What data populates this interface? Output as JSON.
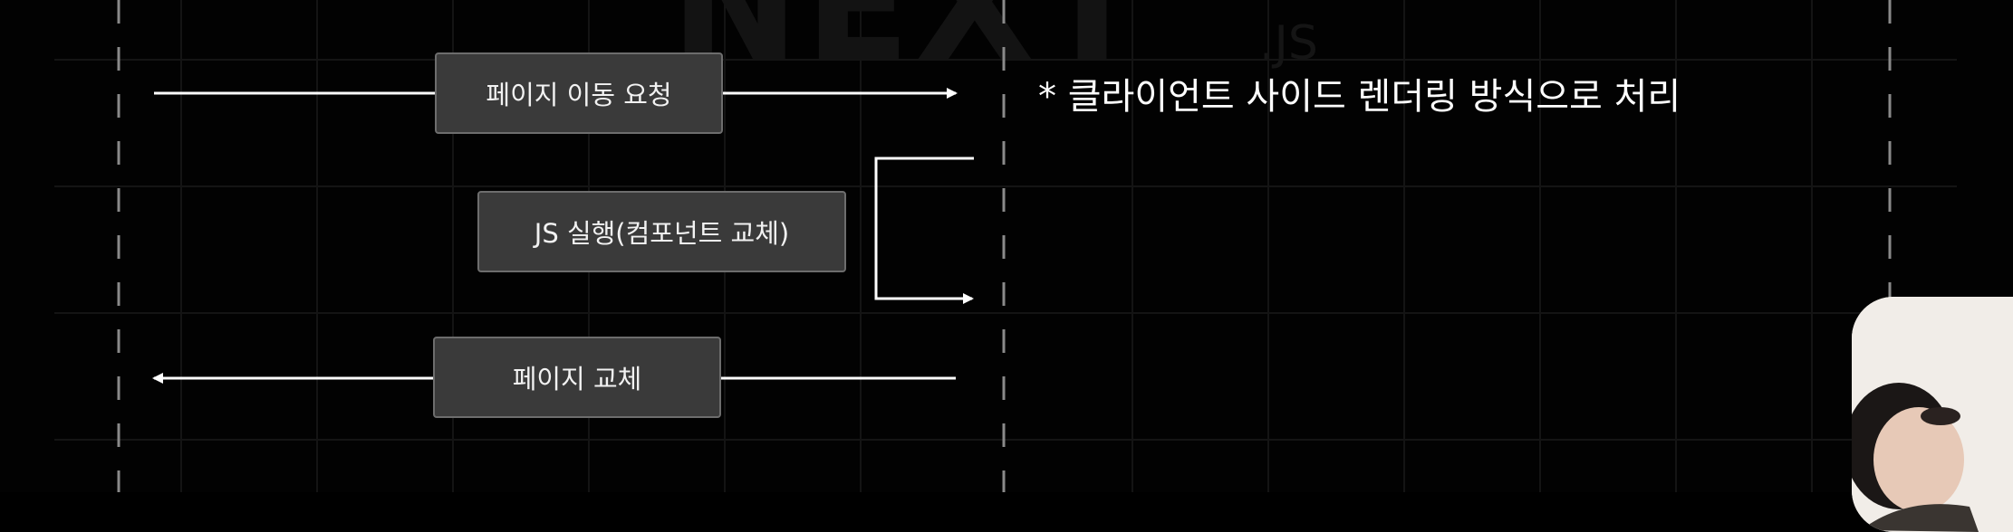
{
  "watermark": {
    "text": "NEXT",
    "sub": ".JS"
  },
  "messages": {
    "page_move_request": "페이지 이동 요청",
    "js_execute": "JS 실행(컴포넌트 교체)",
    "page_replace": "페이지 교체"
  },
  "note": "* 클라이언트 사이드 렌더링 방식으로 처리",
  "colors": {
    "background": "#020202",
    "grid": "#141414",
    "lifeline": "#8a8a8a",
    "arrow": "#ffffff",
    "box_fill": "#3a3a3a",
    "box_border": "#6d6d6d",
    "text": "#ffffff"
  },
  "icons": {
    "avatar": "presenter-webcam"
  }
}
